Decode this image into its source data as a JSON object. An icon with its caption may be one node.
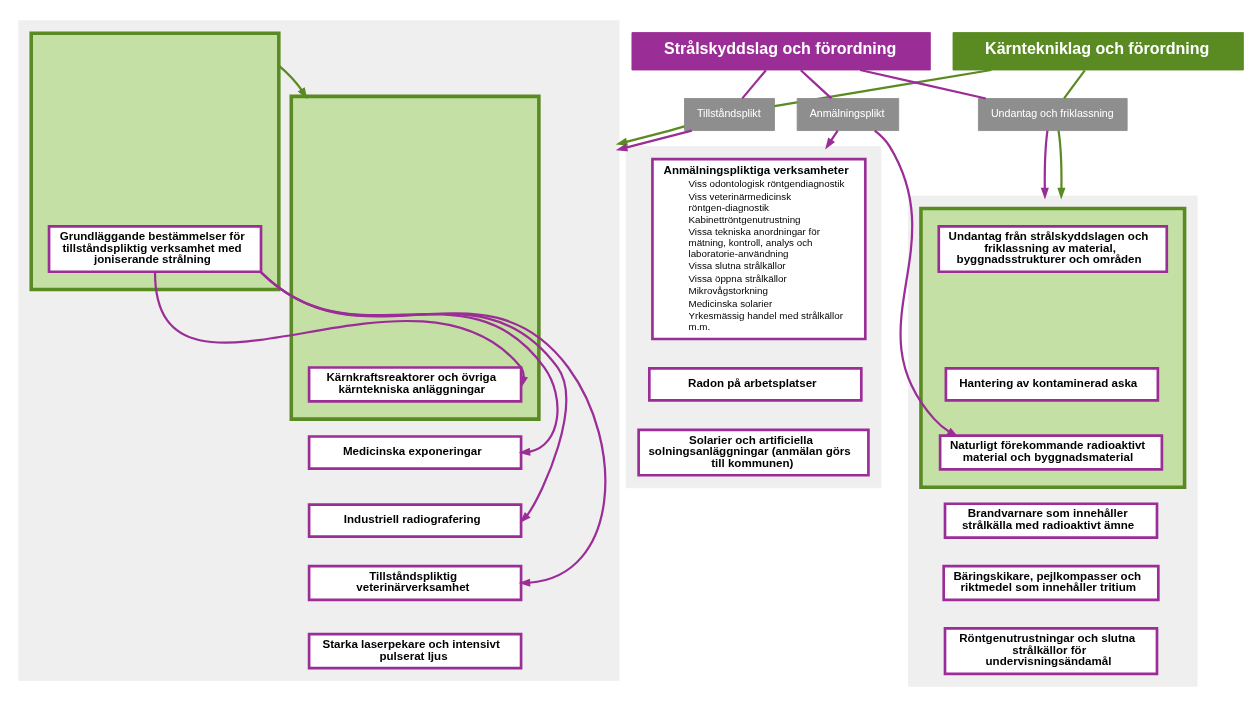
{
  "diagram": {
    "nodes": [
      {
        "text": [
          "Kärntekniklag och förordning"
        ]
      },
      {
        "text": [
          "Strålskyddslag och förordning"
        ]
      },
      {
        "text": [
          "Tillståndsplikt"
        ]
      },
      {
        "text": [
          "Anmälningsplikt"
        ]
      },
      {
        "text": [
          "Undantag och friklassning"
        ]
      },
      {
        "text": [],
        "shape": "box"
      },
      {
        "text": [],
        "shape": "box",
        "in": 5
      },
      {
        "text": [
          "Grundläggande bestämmelser för tillståndspliktig verksamhet med joniserande strålning"
        ],
        "in": 6
      },
      {
        "text": [],
        "shape": "box",
        "in": 5
      },
      {
        "text": [
          "Kärnkraftsreaktorer och övriga kärntekniska anläggningar"
        ],
        "in": 8
      },
      {
        "text": [
          "Medicinska exponeringar"
        ],
        "in": 5
      },
      {
        "text": [
          "Industriell radiografering"
        ],
        "in": 5
      },
      {
        "text": [
          "Tillståndspliktig veterinärverksamhet"
        ],
        "in": 5
      },
      {
        "text": [
          "Starka laserpekare och intensivt pulserat ljus"
        ],
        "in": 5
      },
      {
        "text": [],
        "shape": "box"
      },
      {
        "text": [
          "Anmälningspliktiga verksamheter",
          "Viss odontologisk röntgendiagnostik",
          "Viss veterinärmedicinsk röntgen-diagnostik",
          "Kabinettröntgenutrustning",
          "Vissa tekniska anordningar för mätning, kontroll, analys och laboratorie-användning",
          "Vissa slutna strålkällor",
          "Vissa öppna strålkällor",
          "Mikrovågstorkning",
          "Medicinska solarier",
          "Yrkesmässig handel med strålkällor m.m."
        ],
        "in": 14
      },
      {
        "text": [
          "Radon på arbetsplatser"
        ],
        "in": 14
      },
      {
        "text": [
          "Solarier och artificiella solningsanläggningar (anmälan görs till kommunen)"
        ],
        "in": 14
      },
      {
        "text": [],
        "shape": "box"
      },
      {
        "text": [],
        "shape": "box",
        "in": 18
      },
      {
        "text": [
          "Undantag från strålskyddslagen och friklassning av material, byggnadsstrukturer och områden"
        ],
        "in": 19
      },
      {
        "text": [
          "Hantering av kontaminerad aska"
        ],
        "in": 19
      },
      {
        "text": [
          "Naturligt förekommande radioaktivt material och byggnadsmaterial"
        ],
        "in": 19
      },
      {
        "text": [
          "Brandvarnare som innehåller strålkälla med radioaktivt ämne"
        ],
        "in": 18
      },
      {
        "text": [
          "Bäringskikare, pejlkompasser och riktmedel som innehåller tritium"
        ],
        "in": 18
      },
      {
        "text": [
          "Röntgenutrustningar och slutna strålkällor för undervisningsändamål"
        ],
        "in": 18
      }
    ],
    "edges": [
      {
        "from": 0,
        "to": 2,
        "arrow": "none",
        "color": "#5a8a22"
      },
      {
        "from": 1,
        "to": 2,
        "arrow": "none"
      },
      {
        "from": 2,
        "to": 5,
        "arrow": "to",
        "color": "#5a8a22"
      },
      {
        "from": 2,
        "to": 5,
        "arrow": "to"
      },
      {
        "from": 1,
        "to": 3,
        "arrow": "none"
      },
      {
        "from": 3,
        "to": 14,
        "arrow": "to"
      },
      {
        "from": 3,
        "to": 22,
        "arrow": "to"
      },
      {
        "from": 0,
        "to": 4,
        "arrow": "none",
        "color": "#5a8a22"
      },
      {
        "from": 1,
        "to": 4,
        "arrow": "none"
      },
      {
        "from": 4,
        "to": 18,
        "arrow": "to"
      },
      {
        "from": 4,
        "to": 18,
        "arrow": "to",
        "color": "#5a8a22"
      },
      {
        "from": 6,
        "to": 8,
        "arrow": "to",
        "color": "#5a8a22"
      },
      {
        "from": 7,
        "to": 9,
        "arrow": "to"
      },
      {
        "from": 7,
        "to": 10,
        "arrow": "to"
      },
      {
        "from": 7,
        "to": 11,
        "arrow": "to"
      },
      {
        "from": 7,
        "to": 12,
        "arrow": "to"
      }
    ]
  }
}
